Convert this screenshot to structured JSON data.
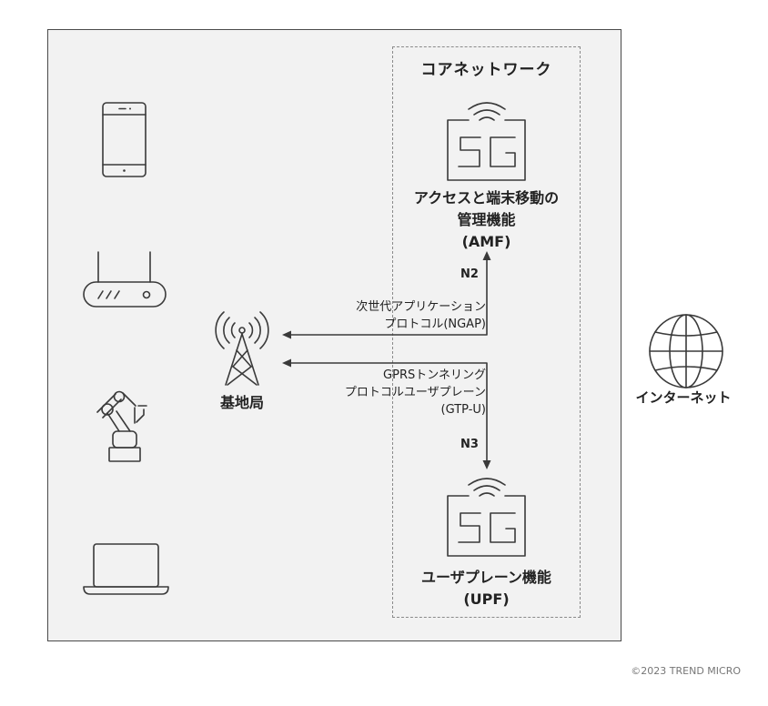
{
  "core_network": {
    "title": "コアネットワーク"
  },
  "amf": {
    "line1": "アクセスと端末移動の",
    "line2": "管理機能",
    "line3": "(AMF)"
  },
  "upf": {
    "line1": "ユーザプレーン機能",
    "line2": "(UPF)"
  },
  "interfaces": {
    "n2": "N2",
    "n3": "N3"
  },
  "ngap": {
    "line1": "次世代アプリケーション",
    "line2": "プロトコル(NGAP)"
  },
  "gtpu": {
    "line1": "GPRSトンネリング",
    "line2": "プロトコルユーザプレーン",
    "line3": "(GTP-U)"
  },
  "base_station": {
    "label": "基地局"
  },
  "internet": {
    "label": "インターネット"
  },
  "footer": {
    "copyright": "©2023 TREND MICRO"
  },
  "icons": [
    "smartphone-icon",
    "router-icon",
    "robot-arm-icon",
    "laptop-icon",
    "cell-tower-icon",
    "5g-icon",
    "globe-icon"
  ],
  "colors": {
    "panel_bg": "#f2f2f2",
    "line": "#3a3a3a",
    "dashed_border": "#8a8a8a"
  }
}
